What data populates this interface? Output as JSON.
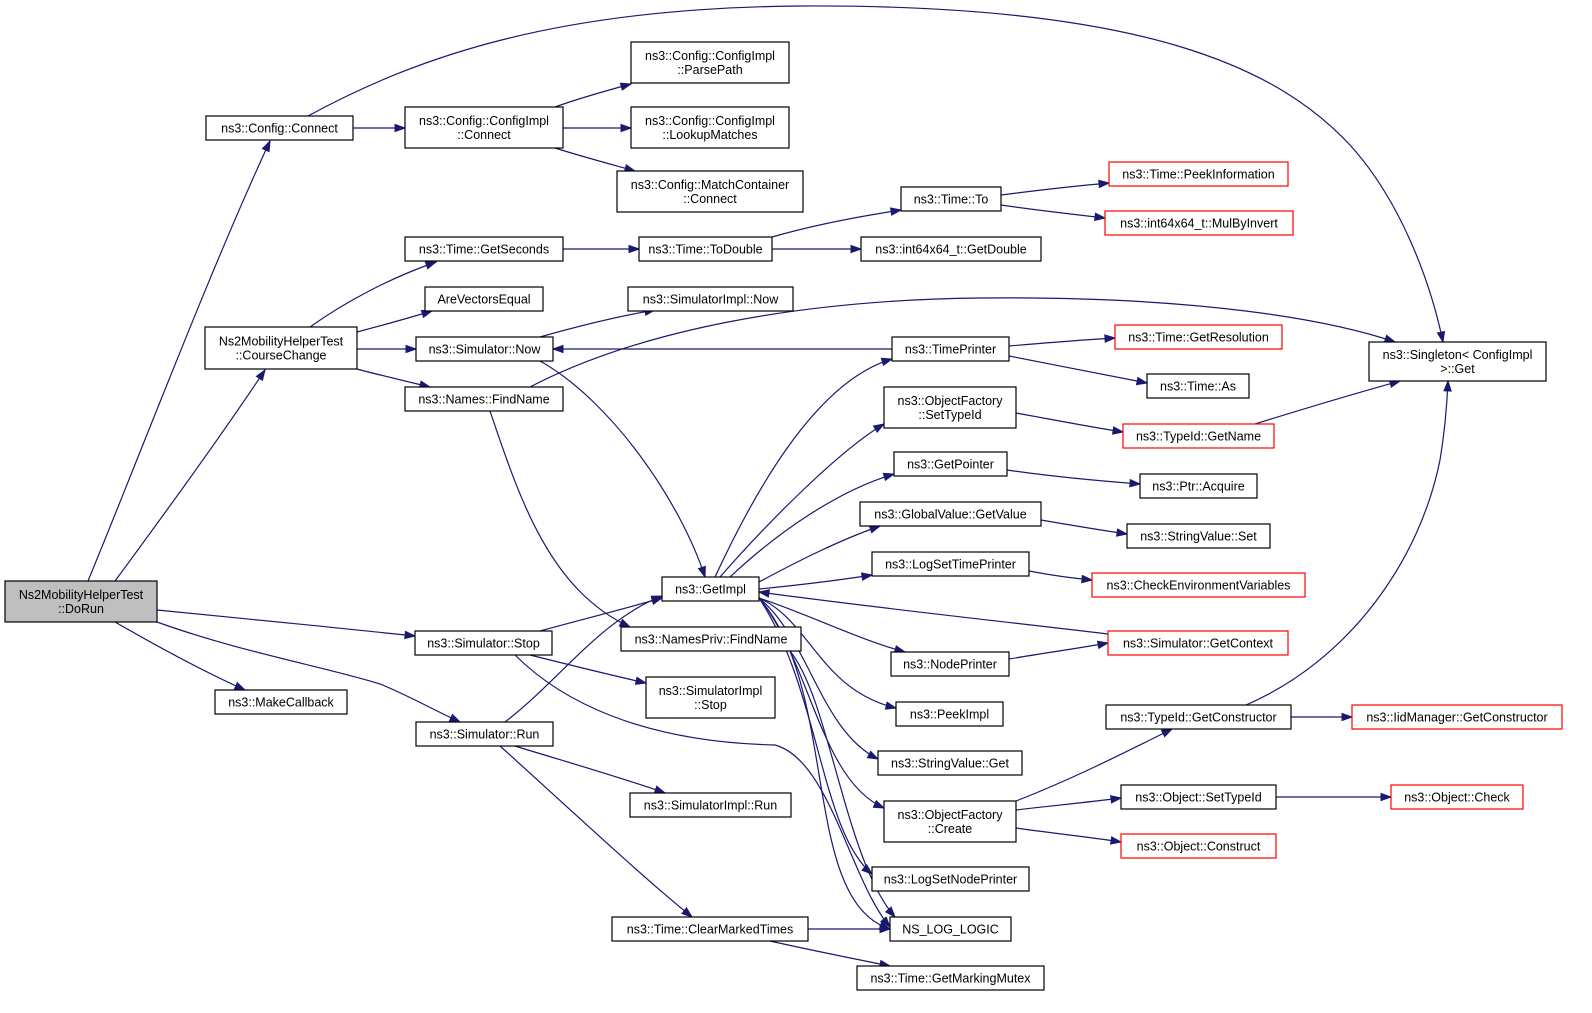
{
  "nodes": {
    "dorun": [
      "Ns2MobilityHelperTest",
      "::DoRun"
    ],
    "cfg_connect": [
      "ns3::Config::Connect"
    ],
    "course_change": [
      "Ns2MobilityHelperTest",
      "::CourseChange"
    ],
    "make_callback": [
      "ns3::MakeCallback"
    ],
    "cfgimpl_connect": [
      "ns3::Config::ConfigImpl",
      "::Connect"
    ],
    "parse_path": [
      "ns3::Config::ConfigImpl",
      "::ParsePath"
    ],
    "lookup_matches": [
      "ns3::Config::ConfigImpl",
      "::LookupMatches"
    ],
    "match_connect": [
      "ns3::Config::MatchContainer",
      "::Connect"
    ],
    "time_getseconds": [
      "ns3::Time::GetSeconds"
    ],
    "are_vectors_equal": [
      "AreVectorsEqual"
    ],
    "sim_now": [
      "ns3::Simulator::Now"
    ],
    "names_findname": [
      "ns3::Names::FindName"
    ],
    "sim_stop": [
      "ns3::Simulator::Stop"
    ],
    "sim_run": [
      "ns3::Simulator::Run"
    ],
    "time_todouble": [
      "ns3::Time::ToDouble"
    ],
    "simimpl_now": [
      "ns3::SimulatorImpl::Now"
    ],
    "getimpl": [
      "ns3::GetImpl"
    ],
    "namespriv_findname": [
      "ns3::NamesPriv::FindName"
    ],
    "simimpl_stop": [
      "ns3::SimulatorImpl",
      "::Stop"
    ],
    "simimpl_run": [
      "ns3::SimulatorImpl::Run"
    ],
    "clear_marked": [
      "ns3::Time::ClearMarkedTimes"
    ],
    "time_to": [
      "ns3::Time::To"
    ],
    "int_getdouble": [
      "ns3::int64x64_t::GetDouble"
    ],
    "time_printer": [
      "ns3::TimePrinter"
    ],
    "of_settypeid": [
      "ns3::ObjectFactory",
      "::SetTypeId"
    ],
    "getpointer": [
      "ns3::GetPointer"
    ],
    "gv_getvalue": [
      "ns3::GlobalValue::GetValue"
    ],
    "log_settimeprinter": [
      "ns3::LogSetTimePrinter"
    ],
    "node_printer": [
      "ns3::NodePrinter"
    ],
    "peek_impl": [
      "ns3::PeekImpl"
    ],
    "sv_get": [
      "ns3::StringValue::Get"
    ],
    "of_create": [
      "ns3::ObjectFactory",
      "::Create"
    ],
    "log_setnodeprinter": [
      "ns3::LogSetNodePrinter"
    ],
    "ns_log_logic": [
      "NS_LOG_LOGIC"
    ],
    "get_marking_mutex": [
      "ns3::Time::GetMarkingMutex"
    ],
    "peek_information": [
      "ns3::Time::PeekInformation"
    ],
    "mul_by_invert": [
      "ns3::int64x64_t::MulByInvert"
    ],
    "get_resolution": [
      "ns3::Time::GetResolution"
    ],
    "time_as": [
      "ns3::Time::As"
    ],
    "typeid_getname": [
      "ns3::TypeId::GetName"
    ],
    "ptr_acquire": [
      "ns3::Ptr::Acquire"
    ],
    "sv_set": [
      "ns3::StringValue::Set"
    ],
    "check_env": [
      "ns3::CheckEnvironmentVariables"
    ],
    "sim_getcontext": [
      "ns3::Simulator::GetContext"
    ],
    "typeid_getconstructor": [
      "ns3::TypeId::GetConstructor"
    ],
    "obj_settypeid": [
      "ns3::Object::SetTypeId"
    ],
    "obj_construct": [
      "ns3::Object::Construct"
    ],
    "singleton_get": [
      "ns3::Singleton< ConfigImpl",
      " >::Get"
    ],
    "iid_getconstructor": [
      "ns3::IidManager::GetConstructor"
    ],
    "obj_check": [
      "ns3::Object::Check"
    ]
  },
  "colors": {
    "edge": "#191970",
    "node_border": "#000000",
    "truncated_border": "#ff0000",
    "root_fill": "#bfbfbf"
  }
}
